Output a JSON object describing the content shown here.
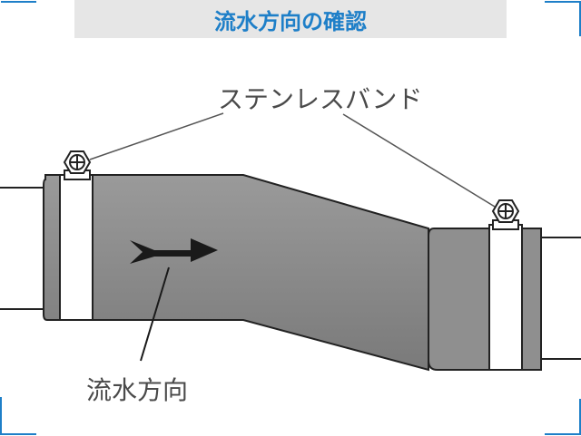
{
  "title": "流水方向の確認",
  "labels": {
    "band": "ステンレスバンド",
    "flow": "流水方向"
  },
  "colors": {
    "title_text": "#1e7fc8",
    "title_background": "#e6e6e6",
    "frame": "#1e7fc8",
    "pipe_fill": "#8c8c8c",
    "band_fill": "#ffffff",
    "label_text": "#4a4a4a",
    "arrow": "#1a1a1a"
  },
  "icons": [
    "hex-screw-icon",
    "hex-screw-icon",
    "flow-arrow-icon"
  ]
}
